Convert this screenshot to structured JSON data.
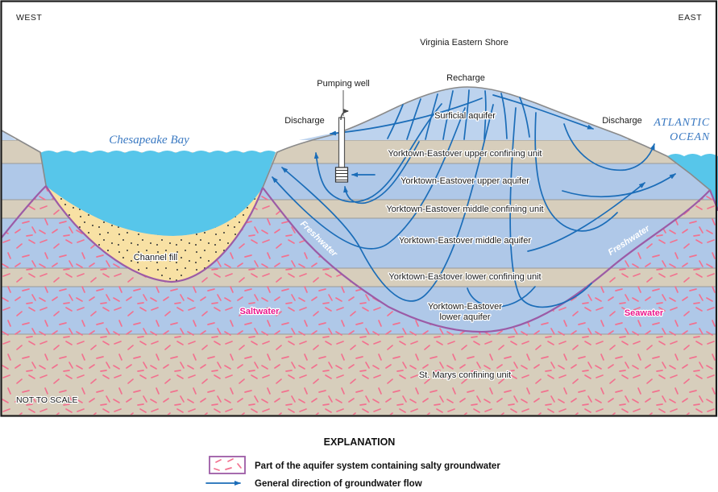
{
  "compass": {
    "west": "WEST",
    "east": "EAST"
  },
  "region_title": "Virginia Eastern Shore",
  "water_bodies": {
    "chesapeake_bay": "Chesapeake Bay",
    "atlantic_line1": "ATLANTIC",
    "atlantic_line2": "OCEAN"
  },
  "hydrology": {
    "recharge": "Recharge",
    "discharge_west": "Discharge",
    "discharge_east": "Discharge",
    "pumping_well": "Pumping well",
    "freshwater_west": "Freshwater",
    "freshwater_east": "Freshwater",
    "saltwater": "Saltwater",
    "seawater": "Seawater"
  },
  "layers": {
    "surficial": "Surficial aquifer",
    "upper_confining": "Yorktown-Eastover upper confining unit",
    "upper_aquifer": "Yorktown-Eastover upper aquifer",
    "middle_confining": "Yorktown-Eastover middle confining unit",
    "middle_aquifer": "Yorktown-Eastover middle aquifer",
    "lower_confining": "Yorktown-Eastover lower confining unit",
    "lower_aquifer_line1": "Yorktown-Eastover",
    "lower_aquifer_line2": "lower aquifer",
    "st_marys": "St. Marys confining unit",
    "channel_fill": "Channel fill"
  },
  "notes": {
    "not_to_scale": "NOT TO SCALE"
  },
  "explanation": {
    "title": "EXPLANATION",
    "salty_item": "Part of the aquifer system containing salty groundwater",
    "flow_item": "General direction of groundwater flow"
  },
  "colors": {
    "confining_tan": "#D7CEBC",
    "aquifer_blue": "#AFC8E8",
    "dome_blue": "#BDD3EE",
    "bay_cyan": "#57C6EA",
    "channel_sand": "#F8E1A4",
    "interface_purple": "#9C5BA6",
    "flow": "#1B6DB8",
    "dash_pink": "#F2718F",
    "magenta": "#EB168C",
    "water_label": "#3A79C2",
    "surface_gray": "#8A8A8A",
    "frame_black": "#1A1A1A"
  }
}
